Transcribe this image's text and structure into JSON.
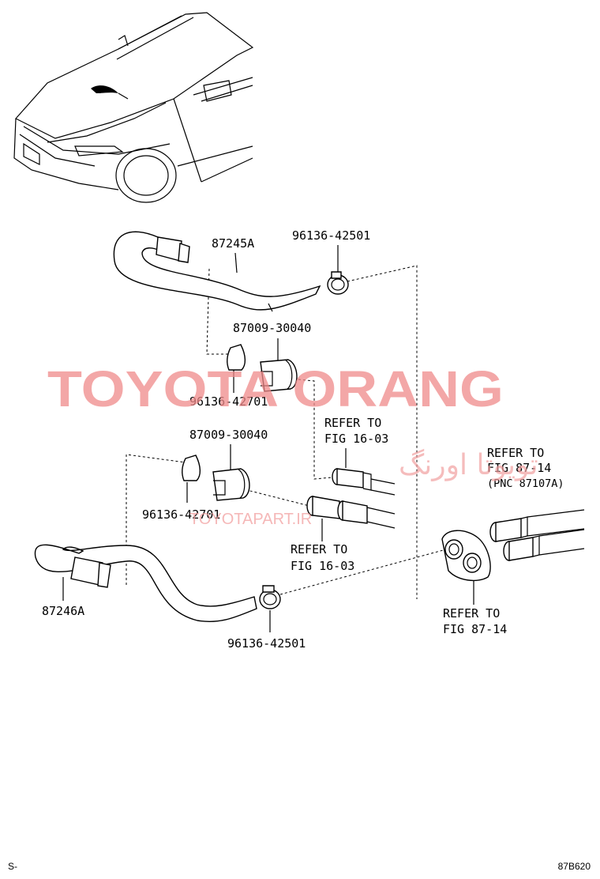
{
  "labels": {
    "hose_upper": "87245A",
    "clamp_upper": "96136-42501",
    "valve_upper": "87009-30040",
    "clip_upper": "96136-42701",
    "valve_lower": "87009-30040",
    "clip_lower": "96136-42701",
    "hose_lower": "87246A",
    "clamp_lower": "96136-42501",
    "refer_upper_1": "REFER TO",
    "refer_upper_2": "FIG 16-03",
    "refer_lower_1": "REFER TO",
    "refer_lower_2": "FIG 16-03",
    "refer_right_1": "REFER TO",
    "refer_right_2": "FIG 87-14",
    "refer_right_3": "(PNC 87107A)",
    "refer_bottom_1": "REFER TO",
    "refer_bottom_2": "FIG 87-14"
  },
  "watermark": {
    "main": "TOYOTA ORANG",
    "persian": "تویوتا اورنگ",
    "url": "TOYOTAPART.IR",
    "color": "#f08a8a"
  },
  "footer": {
    "left": "S-",
    "right": "87B620"
  }
}
